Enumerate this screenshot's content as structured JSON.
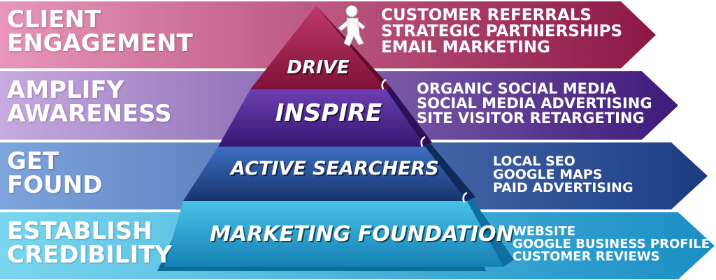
{
  "levels": [
    {
      "goal_line1": "CLIENT",
      "goal_line2": "ENGAGEMENT",
      "tier": "DRIVE",
      "items": [
        "CUSTOMER REFERRALS",
        "STRATEGIC PARTNERSHIPS",
        "EMAIL MARKETING"
      ],
      "band_color_start": "#e48fb3",
      "band_color_end": "#8a1742",
      "tier_color": "#9b1c44"
    },
    {
      "goal_line1": "AMPLIFY",
      "goal_line2": "AWARENESS",
      "tier": "INSPIRE",
      "items": [
        "ORGANIC SOCIAL MEDIA",
        "SOCIAL MEDIA ADVERTISING",
        "SITE VISITOR RETARGETING"
      ],
      "band_color_start": "#c4a6de",
      "band_color_end": "#3f1a7e",
      "tier_color": "#4b2590"
    },
    {
      "goal_line1": "GET",
      "goal_line2": "FOUND",
      "tier": "ACTIVE SEARCHERS",
      "items": [
        "LOCAL SEO",
        "GOOGLE MAPS",
        "PAID ADVERTISING"
      ],
      "band_color_start": "#6f98d6",
      "band_color_end": "#1d3f86",
      "tier_color": "#214a97"
    },
    {
      "goal_line1": "ESTABLISH",
      "goal_line2": "CREDIBILITY",
      "tier": "MARKETING FOUNDATION",
      "items": [
        "WEBSITE",
        "GOOGLE BUSINESS PROFILE",
        "CUSTOMER REVIEWS"
      ],
      "band_color_start": "#6fd0ec",
      "band_color_end": "#1b8fc6",
      "tier_color": "#1f97c4"
    }
  ]
}
